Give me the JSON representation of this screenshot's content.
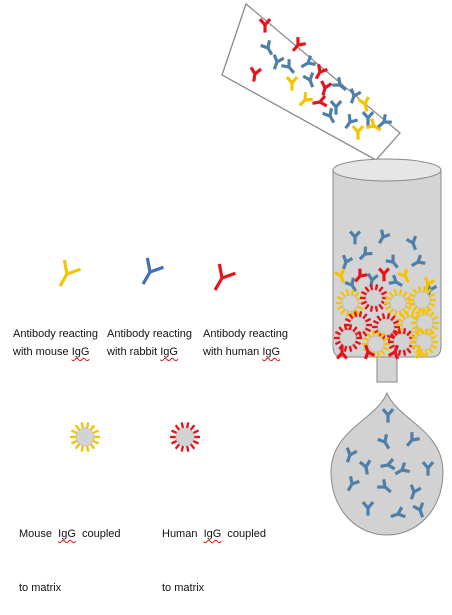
{
  "legend": {
    "antibody_mouse": {
      "line1": "Antibody reacting",
      "line2_pre": "with mouse ",
      "line2_igg": "IgG",
      "color": "#f5c400"
    },
    "antibody_rabbit": {
      "line1": "Antibody reacting",
      "line2_pre": "with rabbit ",
      "line2_igg": "IgG",
      "color": "#3f6fb5"
    },
    "antibody_human": {
      "line1": "Antibody reacting",
      "line2_pre": "with human ",
      "line2_igg": "IgG",
      "color": "#e5141c"
    },
    "mouse_matrix": {
      "pre": "Mouse  ",
      "igg": "IgG",
      "post": "  coupled",
      "line2": "to matrix"
    },
    "human_matrix": {
      "pre": "Human  ",
      "igg": "IgG",
      "post": "  coupled",
      "line2": "to matrix"
    }
  },
  "colors": {
    "yellow": "#f5c400",
    "blue": "#4f7fa8",
    "legend_blue": "#3f6fb5",
    "red": "#e5141c",
    "matrix_bead": "#d3d3d3",
    "column_fill": "#d4d4d4",
    "column_top": "#e6e6e6",
    "drop_fill": "#d2d2d2",
    "outline": "#8a8a8a"
  },
  "icons": [
    "y-shaped-antibody-icon",
    "matrix-bead-icon",
    "sample-tube-icon",
    "chromatography-column-icon",
    "eluate-drop-icon"
  ]
}
